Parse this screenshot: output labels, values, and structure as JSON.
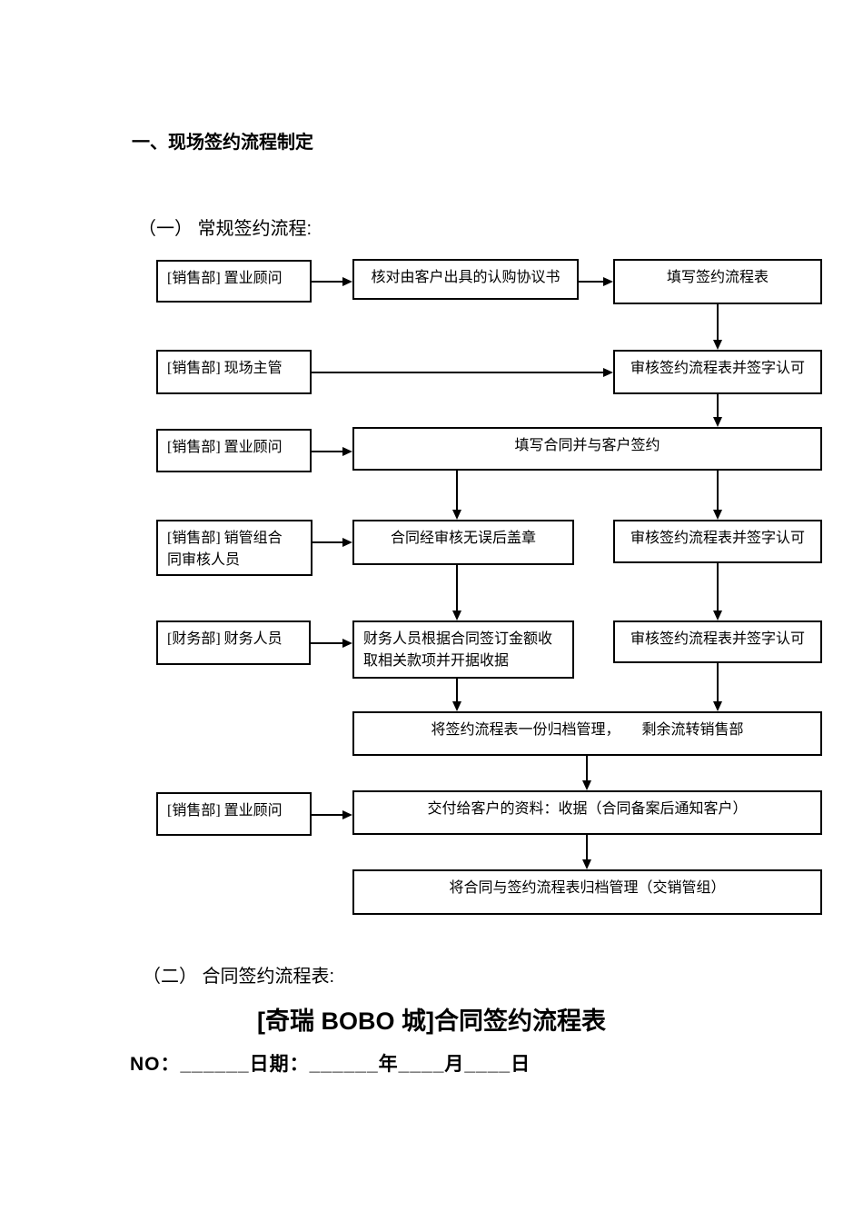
{
  "page": {
    "heading1": "一、现场签约流程制定",
    "heading2": "（一） 常规签约流程:",
    "heading3": "（二） 合同签约流程表:",
    "form_title": "[奇瑞 BOBO 城]合同签约流程表",
    "no_line": "NO：______日期：______年____月____日"
  },
  "flowchart": {
    "r1_role": "[销售部] 置业顾问",
    "r1_step1": "核对由客户出具的认购协议书",
    "r1_step2": "填写签约流程表",
    "r2_role": "[销售部] 现场主管",
    "r2_step": "审核签约流程表并签字认可",
    "r3_role": "[销售部] 置业顾问",
    "r3_step": "填写合同并与客户签约",
    "r4_role": "[销售部] 销管组合\n同审核人员",
    "r4_step1": "合同经审核无误后盖章",
    "r4_step2": "审核签约流程表并签字认可",
    "r5_role": "[财务部] 财务人员",
    "r5_step1": "财务人员根据合同签订金额收\n取相关款项并开据收据",
    "r5_step2": "审核签约流程表并签字认可",
    "r6_step": "将签约流程表一份归档管理，　　剩余流转销售部",
    "r7_role": "[销售部] 置业顾问",
    "r7_step": "交付给客户的资料：收据（合同备案后通知客户）",
    "r8_step": "将合同与签约流程表归档管理（交销管组）"
  }
}
